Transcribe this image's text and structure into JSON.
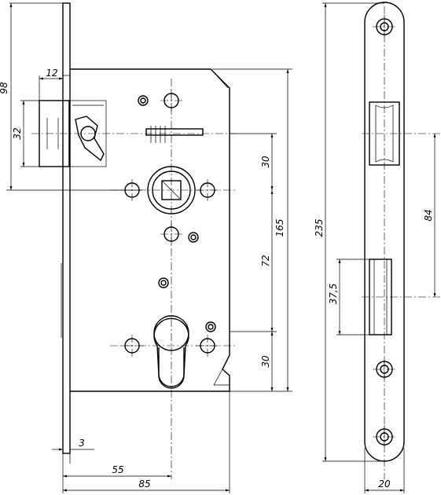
{
  "dimensions": {
    "d98": "98",
    "d12": "12",
    "d32": "32",
    "d30a": "30",
    "d165": "165",
    "d72": "72",
    "d30b": "30",
    "d3": "3",
    "d55": "55",
    "d85": "85",
    "d235": "235",
    "d84": "84",
    "d37_5": "37,5",
    "d20": "20"
  }
}
